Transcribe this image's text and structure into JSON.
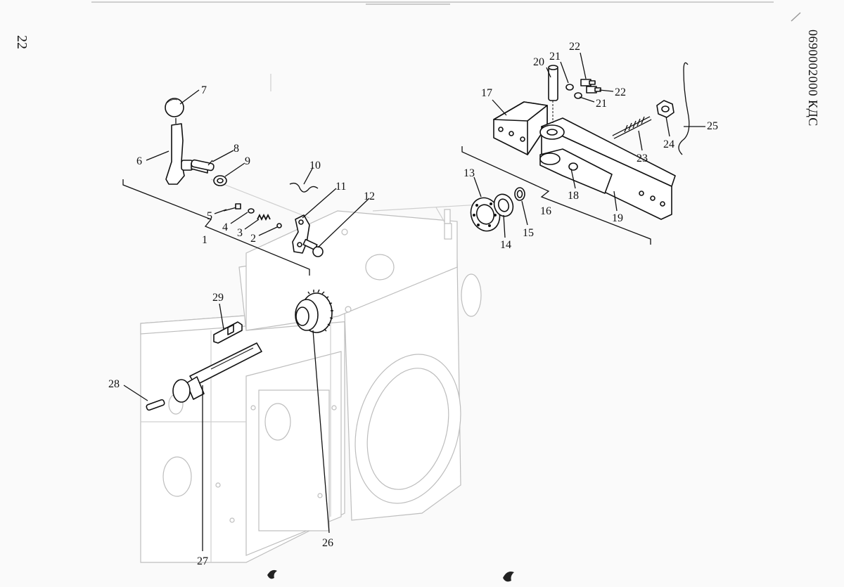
{
  "page_number": "22",
  "document_code": "0690002000 КДС",
  "callouts": {
    "c1": "1",
    "c2": "2",
    "c3": "3",
    "c4": "4",
    "c5": "5",
    "c6": "6",
    "c7": "7",
    "c8": "8",
    "c9": "9",
    "c10": "10",
    "c11": "11",
    "c12": "12",
    "c13": "13",
    "c14": "14",
    "c15": "15",
    "c16": "16",
    "c17": "17",
    "c18": "18",
    "c19": "19",
    "c20": "20",
    "c21a": "21",
    "c21b": "21",
    "c22a": "22",
    "c22b": "22",
    "c23": "23",
    "c24": "24",
    "c25": "25",
    "c26": "26",
    "c27": "27",
    "c28": "28",
    "c29": "29"
  }
}
